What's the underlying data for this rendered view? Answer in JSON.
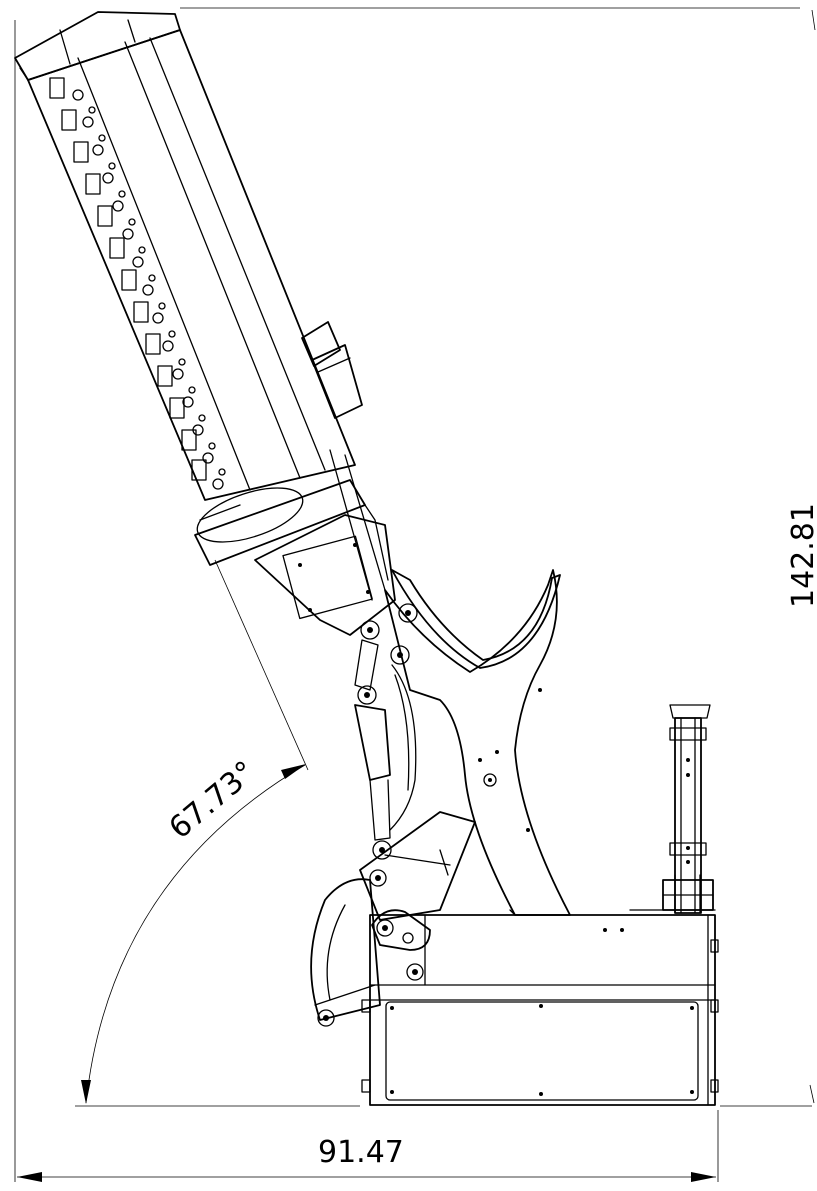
{
  "dimensions": {
    "height_label": "142.81",
    "width_label": "91.47",
    "angle_label": "67.73°"
  },
  "colors": {
    "line": "#000000",
    "background": "#ffffff"
  }
}
